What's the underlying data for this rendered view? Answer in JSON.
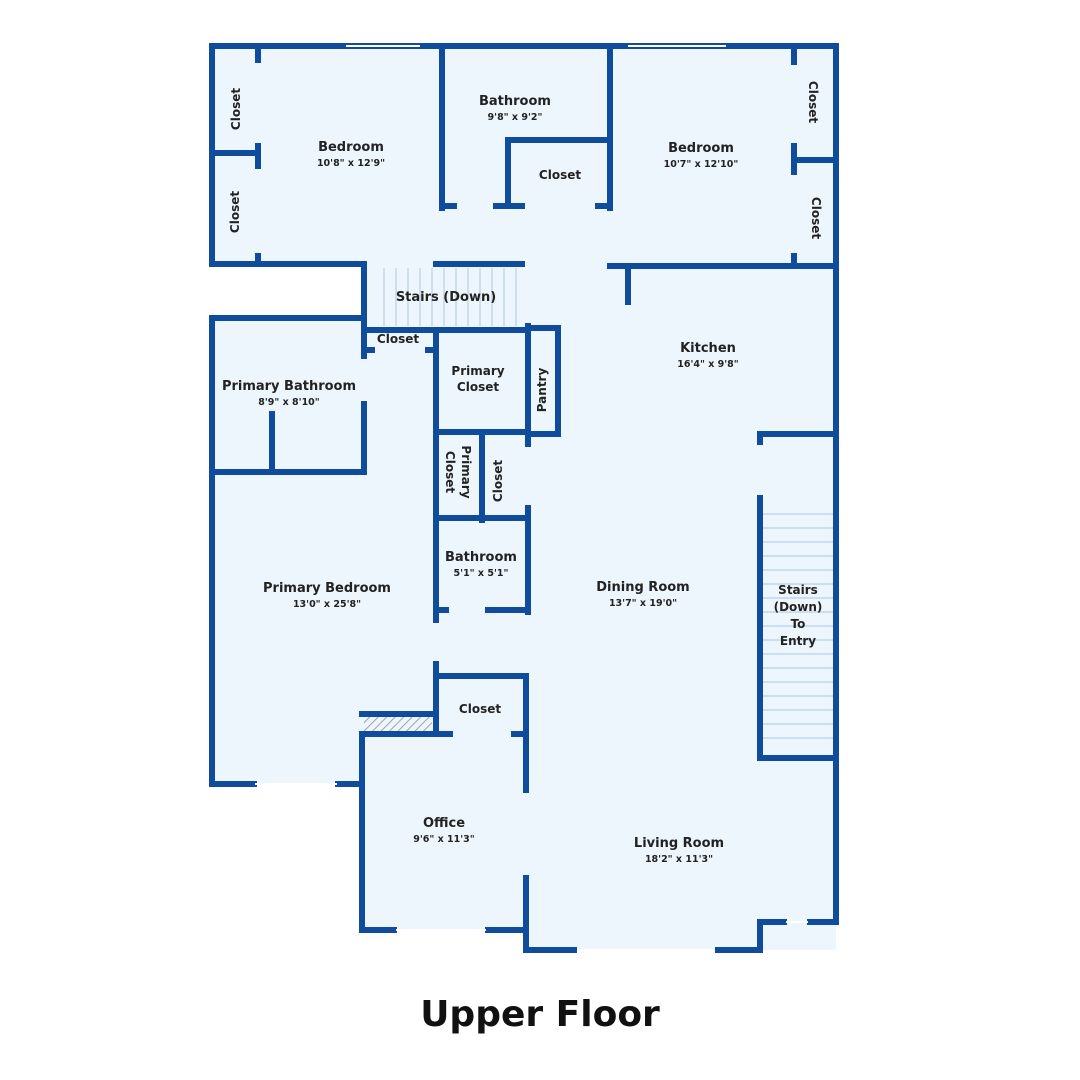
{
  "title": "Upper Floor",
  "colors": {
    "wall": "#0f4c9c",
    "floor": "#eef6fd",
    "door": "#ffffff",
    "stairs_line": "#b9cfe6",
    "hatch": "#8a8a8a"
  },
  "rooms": {
    "bedroom_left": {
      "name": "Bedroom",
      "dims": "10'8\" x 12'9\""
    },
    "bathroom_top": {
      "name": "Bathroom",
      "dims": "9'8\" x 9'2\""
    },
    "bedroom_right": {
      "name": "Bedroom",
      "dims": "10'7\" x 12'10\""
    },
    "kitchen": {
      "name": "Kitchen",
      "dims": "16'4\" x 9'8\""
    },
    "primary_bathroom": {
      "name": "Primary Bathroom",
      "dims": "8'9\" x 8'10\""
    },
    "primary_bedroom": {
      "name": "Primary Bedroom",
      "dims": "13'0\" x 25'8\""
    },
    "bathroom_small": {
      "name": "Bathroom",
      "dims": "5'1\" x 5'1\""
    },
    "dining_room": {
      "name": "Dining Room",
      "dims": "13'7\" x 19'0\""
    },
    "office": {
      "name": "Office",
      "dims": "9'6\" x 11'3\""
    },
    "living_room": {
      "name": "Living Room",
      "dims": "18'2\" x 11'3\""
    }
  },
  "labels": {
    "closet": "Closet",
    "stairs_down": "Stairs (Down)",
    "primary_closet_line1": "Primary",
    "primary_closet_line2": "Closet",
    "pantry": "Pantry",
    "stairs_entry_line1": "Stairs",
    "stairs_entry_line2": "(Down)",
    "stairs_entry_line3": "To",
    "stairs_entry_line4": "Entry"
  }
}
